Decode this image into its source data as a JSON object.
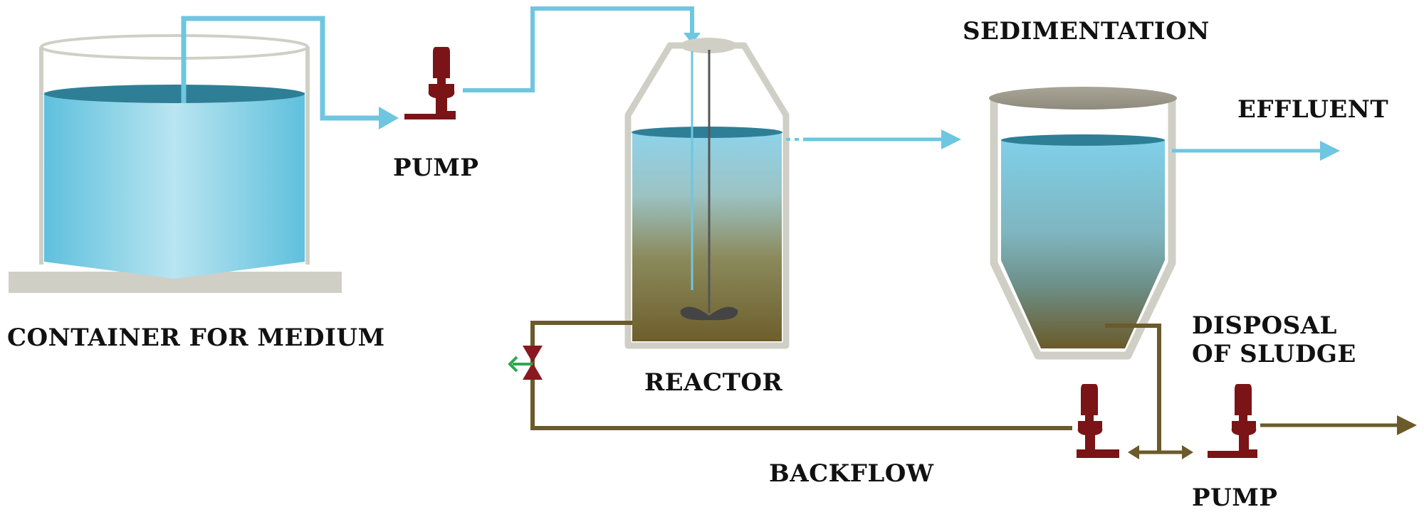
{
  "labels": {
    "container": "CONTAINER FOR MEDIUM",
    "pump_feed": "PUMP",
    "reactor": "REACTOR",
    "sedimentation": "SEDIMENTATION",
    "effluent": "EFFLUENT",
    "disposal": "DISPOSAL\nOF SLUDGE",
    "backflow": "BACKFLOW",
    "pump_sludge": "PUMP"
  },
  "colors": {
    "water": "#6ec6e0",
    "water_dark": "#2e7f96",
    "sludge": "#6b5a2a",
    "pipe_water": "#6ec6e0",
    "pipe_sludge": "#6b5a2a",
    "pump": "#7a1416",
    "tank_wall": "#d0cfc6",
    "valve_handle": "#2fa84f"
  },
  "icons": {
    "pump": "pump-icon",
    "valve": "valve-icon",
    "stirrer": "stirrer-icon"
  }
}
